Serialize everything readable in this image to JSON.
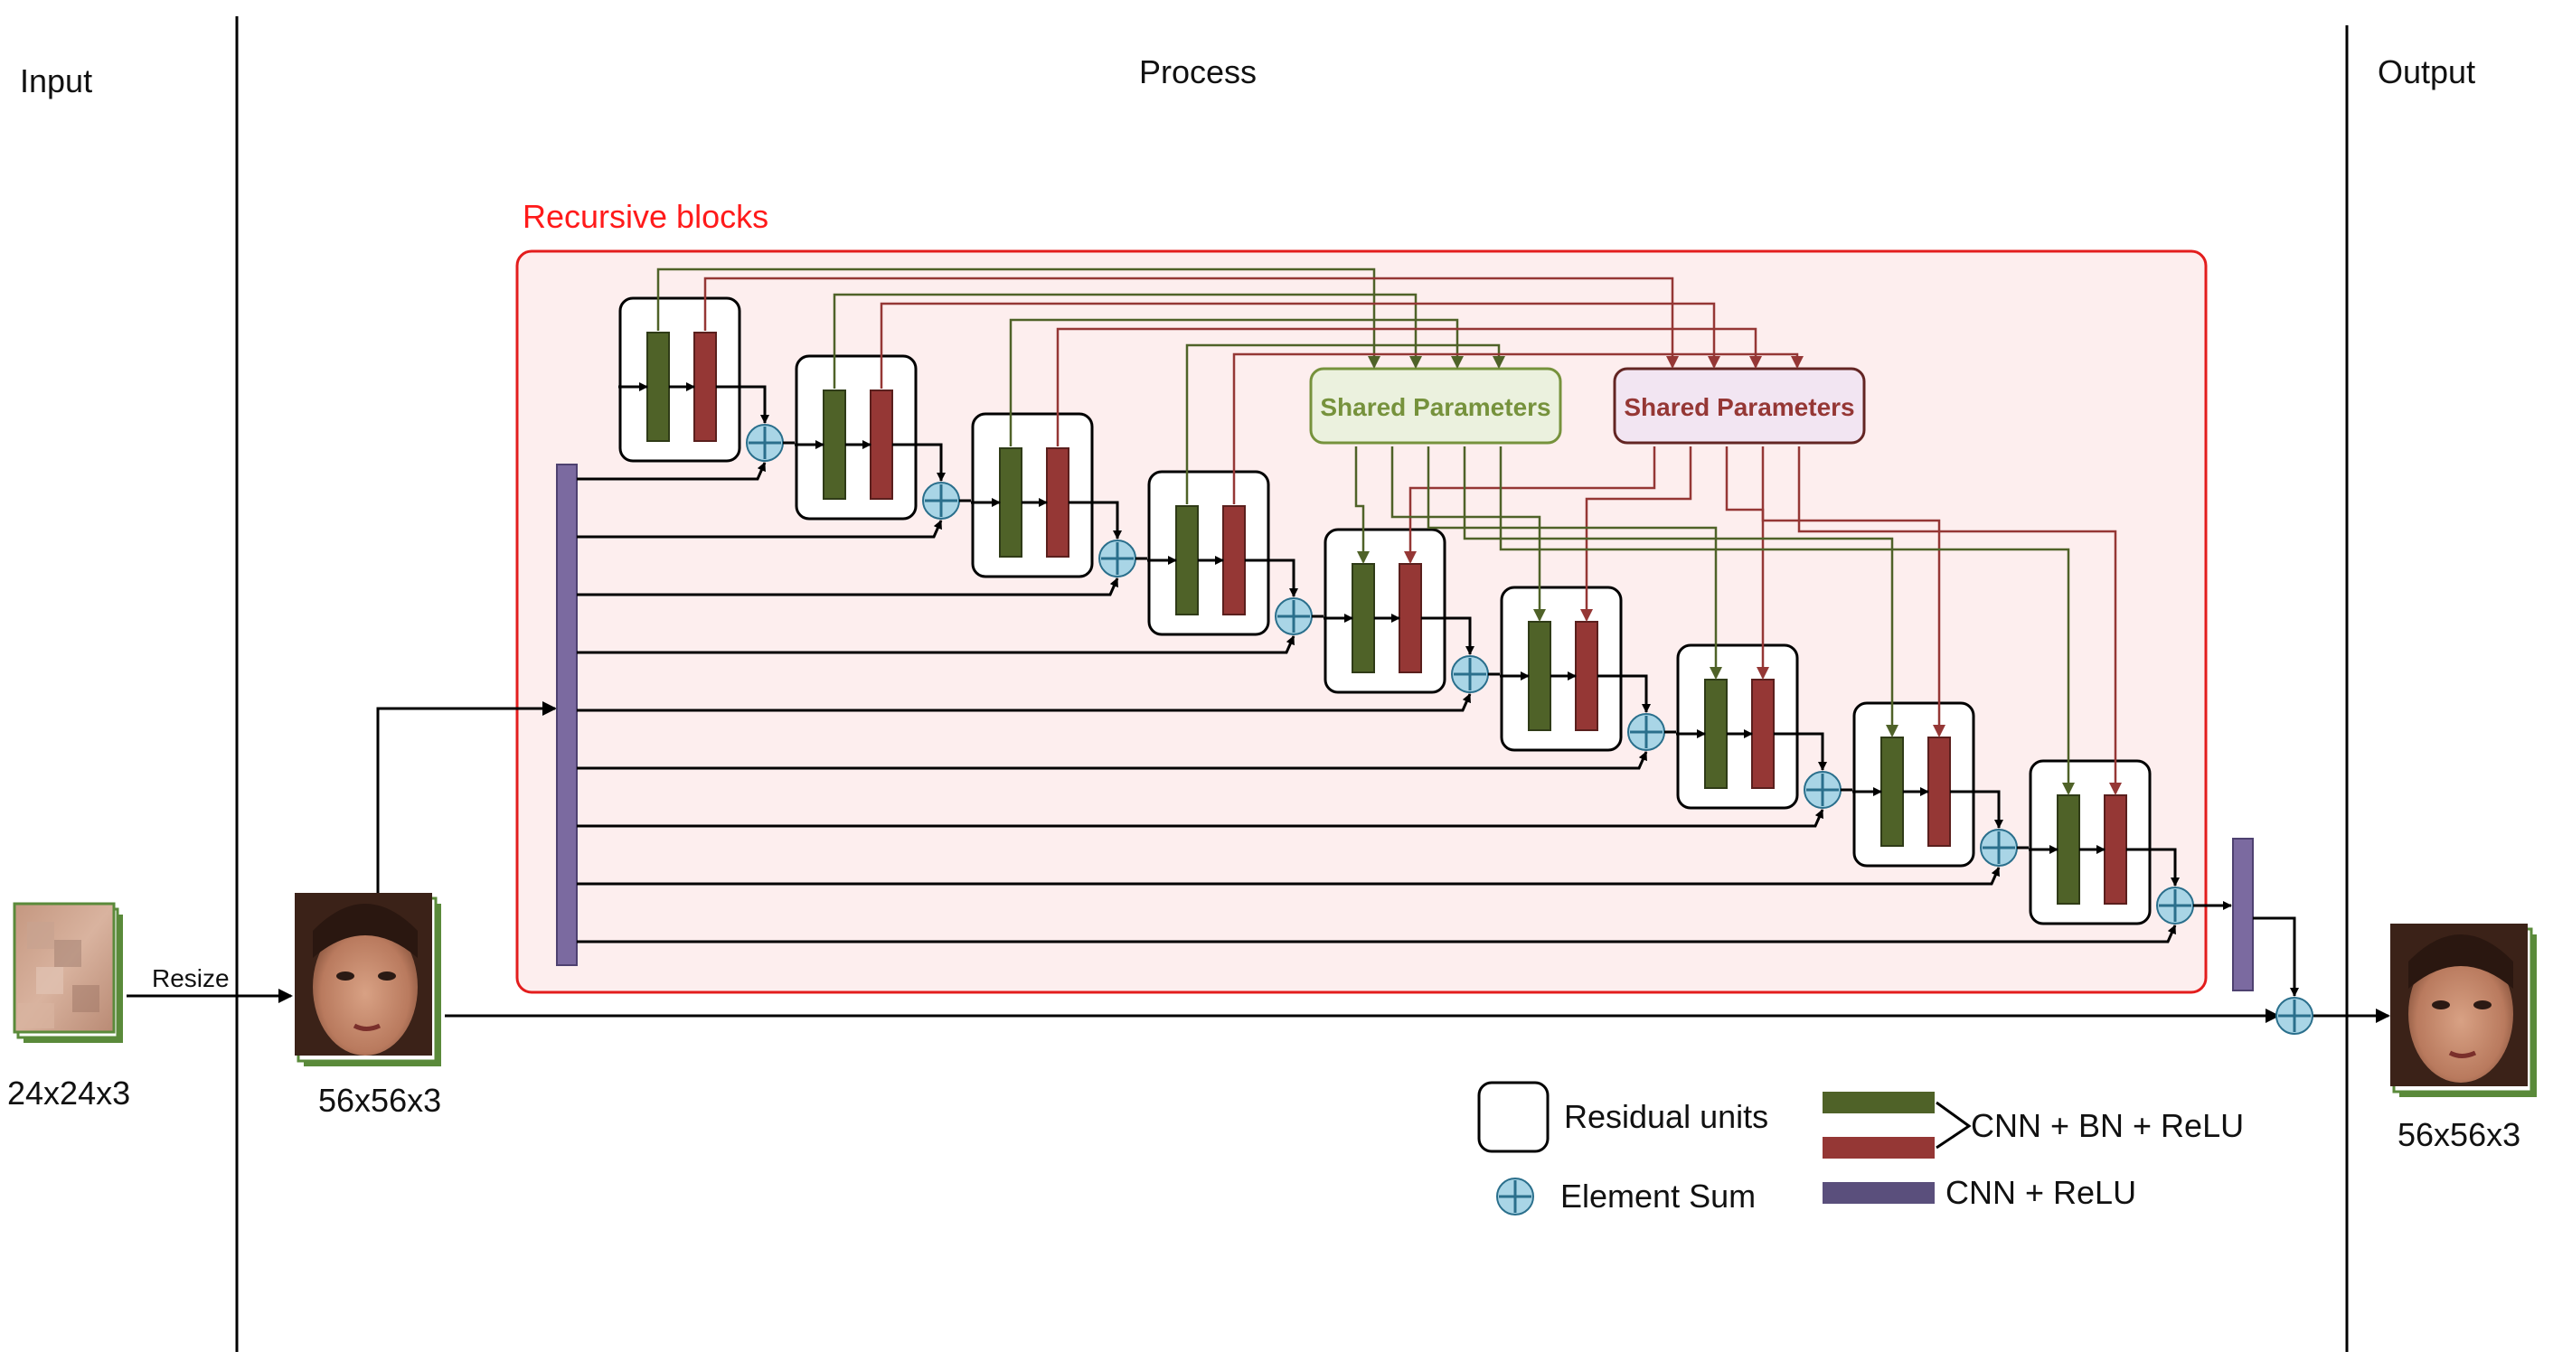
{
  "sections": {
    "input": "Input",
    "process": "Process",
    "output": "Output"
  },
  "recursive_blocks_label": "Recursive blocks",
  "shared_params": {
    "green_label": "Shared Parameters",
    "red_label": "Shared Parameters"
  },
  "images": {
    "input_size": "24x24x3",
    "resize_label": "Resize",
    "resized_size": "56x56x3",
    "output_size": "56x56x3"
  },
  "legend": {
    "residual_units": "Residual units",
    "element_sum": "Element Sum",
    "cnn_bn_relu": "CNN + BN + ReLU",
    "cnn_relu": "CNN + ReLU"
  },
  "residual_unit_count": 9,
  "colors": {
    "green": "#4f6228",
    "red": "#953735",
    "purple": "#7b6aa0",
    "sum": "#a9d5e6",
    "region_border": "#e31d1d",
    "region_fill": "#fdeeee",
    "label_red": "#ff1a1a",
    "sp_green_border": "#76923c",
    "sp_green_fill": "#ebf1de",
    "sp_red_border": "#632523",
    "sp_red_fill": "#f2e5f2"
  }
}
